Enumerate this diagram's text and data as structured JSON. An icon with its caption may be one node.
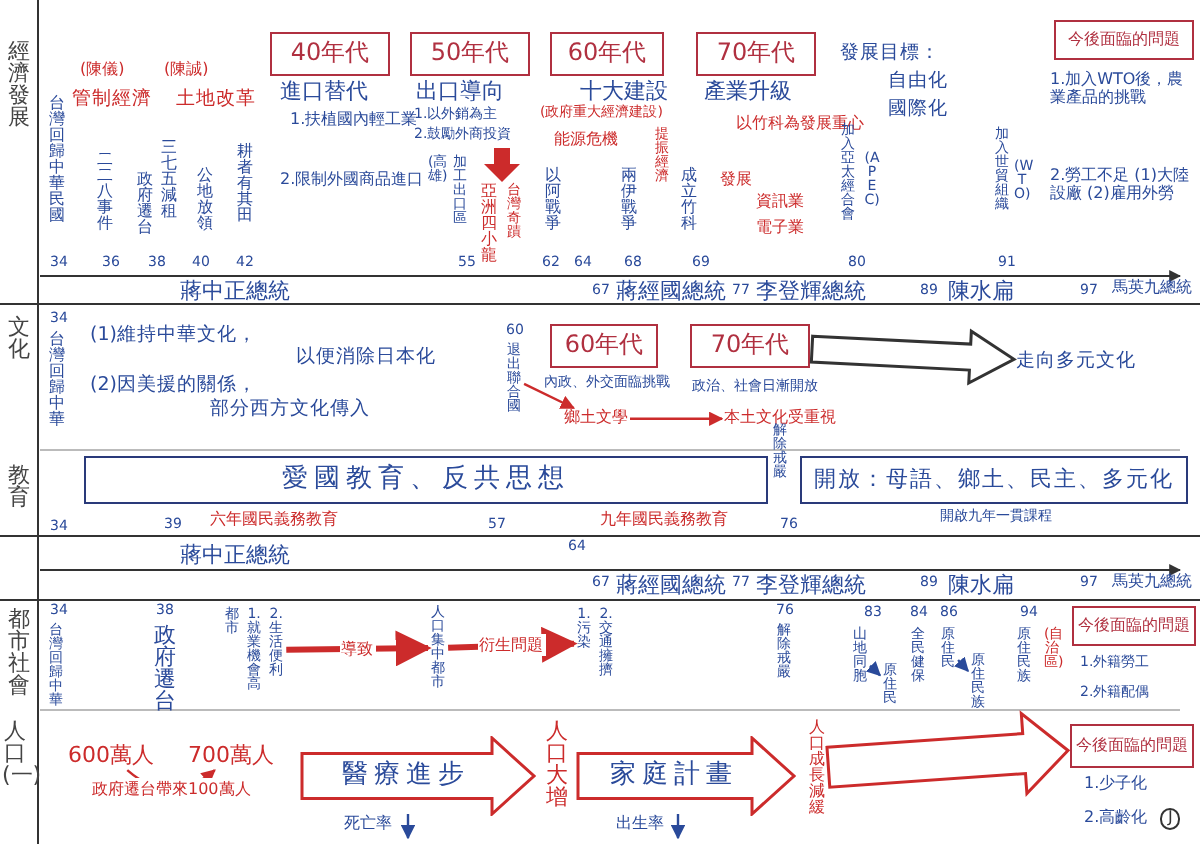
{
  "diagram": {
    "nodes": [
      {
        "text": [
          "40年代"
        ]
      },
      {
        "text": [
          "50年代"
        ]
      },
      {
        "text": [
          "60年代"
        ]
      },
      {
        "text": [
          "70年代"
        ]
      },
      {
        "text": [
          "今後面臨的問題"
        ],
        "beside": [
          "1.加入WTO後，農業產品的挑戰",
          "2.勞工不足 (1)大陸設廠 (2)雇用外勞"
        ]
      },
      {
        "text": [
          "退出聯合國"
        ]
      },
      {
        "text": [
          "60年代"
        ],
        "beside": [
          "內政、外交面臨挑戰"
        ]
      },
      {
        "text": [
          "70年代"
        ],
        "beside": [
          "政治、社會日漸開放"
        ]
      },
      {
        "text": [
          "鄉土文學"
        ]
      },
      {
        "text": [
          "本土文化受重視"
        ]
      },
      {
        "text": [
          "走向多元文化"
        ]
      },
      {
        "text": [
          "愛國教育、反共思想"
        ]
      },
      {
        "text": [
          "開放：母語、鄉土、民主、多元化"
        ]
      },
      {
        "text": [
          "都市",
          "1.就業機會高",
          "2.生活便利"
        ]
      },
      {
        "text": [
          "人口集中都市"
        ]
      },
      {
        "text": [
          "1.污染",
          "2.交通擁擠"
        ]
      },
      {
        "text": [
          "山地同胞"
        ]
      },
      {
        "text": [
          "原住民"
        ]
      },
      {
        "text": [
          "原住民"
        ]
      },
      {
        "text": [
          "原住民族"
        ]
      },
      {
        "text": [
          "今後面臨的問題"
        ],
        "beside": [
          "1.外籍勞工",
          "2.外籍配偶"
        ]
      },
      {
        "text": [
          "600萬人"
        ]
      },
      {
        "text": [
          "700萬人"
        ]
      },
      {
        "text": [
          "醫療進步"
        ]
      },
      {
        "text": [
          "人口大增"
        ]
      },
      {
        "text": [
          "家庭計畫"
        ]
      },
      {
        "text": [
          "人口成長減緩"
        ]
      },
      {
        "text": [
          "今後面臨的問題"
        ],
        "beside": [
          "1.少子化",
          "2.高齡化"
        ]
      }
    ],
    "edges": [
      {
        "from": 5,
        "to": 8,
        "arrow": "to"
      },
      {
        "from": 8,
        "to": 9,
        "arrow": "to"
      },
      {
        "from": 13,
        "to": 14,
        "arrow": "to",
        "label": "導致",
        "style": "thick"
      },
      {
        "from": 14,
        "to": 15,
        "arrow": "to",
        "label": "衍生問題",
        "style": "thick"
      },
      {
        "from": 16,
        "to": 17,
        "arrow": "to",
        "color": "#2a4a9a"
      },
      {
        "from": 18,
        "to": 19,
        "arrow": "to",
        "color": "#2a4a9a"
      },
      {
        "from": 21,
        "to": 22,
        "arrow": "to",
        "label": "政府遷台帶來100萬人"
      },
      {
        "from": 7,
        "to": 10,
        "arrow": "to",
        "style": "thick",
        "color": "#333333"
      },
      {
        "from": 26,
        "to": 27,
        "arrow": "to",
        "style": "thick"
      }
    ],
    "labels": [
      "經濟發展",
      "(陳儀)",
      "(陳誠)",
      "管制經濟",
      "土地改革",
      "台灣回歸中華民國",
      "二二八事件",
      "政府遷台",
      "三七五減租",
      "公地放領",
      "耕者有其田",
      "進口替代",
      "1.扶植國內輕工業",
      "2.限制外國商品進口",
      "出口導向",
      "1.以外銷為主",
      "2.鼓勵外商投資",
      "(高雄)",
      "加工出口區",
      "亞洲四小龍",
      "台灣奇蹟",
      "十大建設",
      "(政府重大經濟建設)",
      "能源危機",
      "以阿戰爭",
      "兩伊戰爭",
      "提振經濟",
      "成立竹科",
      "產業升級",
      "以竹科為發展重心",
      "發展",
      "資訊業",
      "電子業",
      "發展目標：",
      "自由化",
      "國際化",
      "加入亞太經合會",
      "(APEC)",
      "加入世貿組織",
      "(WTO)",
      "34",
      "36",
      "38",
      "40",
      "42",
      "55",
      "62",
      "68",
      "69",
      "80",
      "91",
      "蔣中正總統",
      "64",
      "67",
      "蔣經國總統",
      "77",
      "李登輝總統",
      "89",
      "陳水扁",
      "97",
      "馬英九總統",
      "文化",
      "34",
      "台灣回歸中華",
      "(1)維持中華文化，",
      "以便消除日本化",
      "(2)因美援的關係，",
      "部分西方文化傳入",
      "60",
      "教育",
      "解除戒嚴",
      "34",
      "39",
      "六年國民義務教育",
      "57",
      "九年國民義務教育",
      "76",
      "開啟九年一貫課程",
      "蔣中正總統",
      "64",
      "67",
      "蔣經國總統",
      "77",
      "李登輝總統",
      "89",
      "陳水扁",
      "97",
      "馬英九總統",
      "都市社會",
      "34",
      "38",
      "台灣回歸中華",
      "政府遷台",
      "76",
      "解除戒嚴",
      "83",
      "84",
      "86",
      "全民健保",
      "94",
      "原住民族",
      "(自治區)",
      "人口(一)",
      "死亡率",
      "出生率",
      "J"
    ]
  }
}
